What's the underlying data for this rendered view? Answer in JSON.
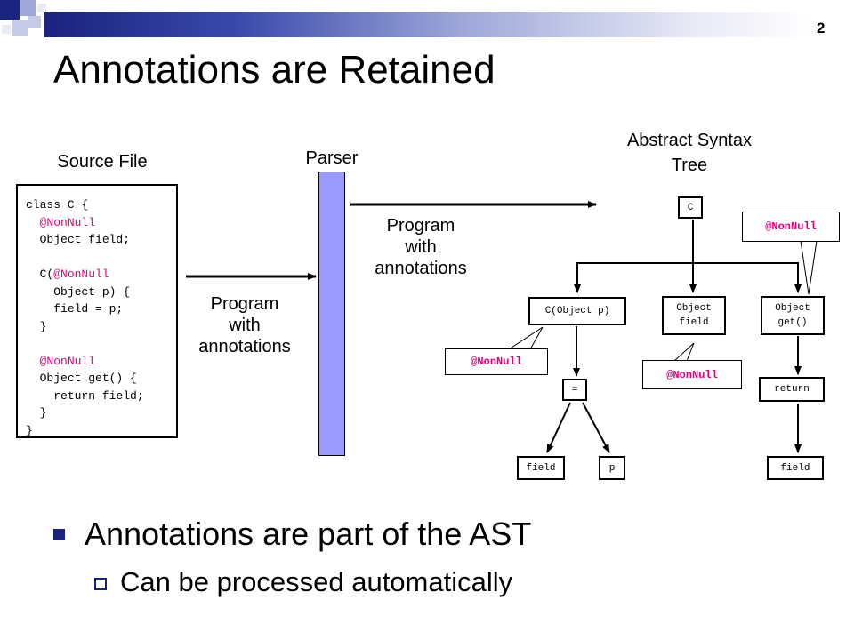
{
  "slide": {
    "number": "2",
    "title": "Annotations are Retained"
  },
  "labels": {
    "source_file": "Source File",
    "parser": "Parser",
    "ast_line1": "Abstract Syntax",
    "ast_line2": "Tree",
    "arrow1_line1": "Program",
    "arrow1_line2": "with",
    "arrow1_line3": "annotations",
    "arrow2_line1": "Program",
    "arrow2_line2": "with",
    "arrow2_line3": "annotations"
  },
  "code": {
    "l1": "class C {",
    "l2": "@NonNull",
    "l3": "Object field;",
    "l4_pre": "C(",
    "l4_ann": "@NonNull",
    "l5": "Object p) {",
    "l6": "field = p;",
    "l7": "}",
    "l8": "@NonNull",
    "l9": "Object get() {",
    "l10": "return field;",
    "l11": "}",
    "l12": "}"
  },
  "ast": {
    "root": "C",
    "ctor": "C(Object p)",
    "field_l1": "Object",
    "field_l2": "field",
    "get_l1": "Object",
    "get_l2": "get()",
    "assign": "=",
    "ret": "return",
    "leaf_field1": "field",
    "leaf_p": "p",
    "leaf_field2": "field",
    "ann_ctor": "@NonNull",
    "ann_field": "@NonNull",
    "ann_get": "@NonNull"
  },
  "bullets": {
    "main": "Annotations are part of the AST",
    "sub": "Can be processed automatically"
  },
  "colors": {
    "annotation": "#e4007c",
    "parser_bar": "#9999ff",
    "theme_dark": "#1a237e"
  }
}
